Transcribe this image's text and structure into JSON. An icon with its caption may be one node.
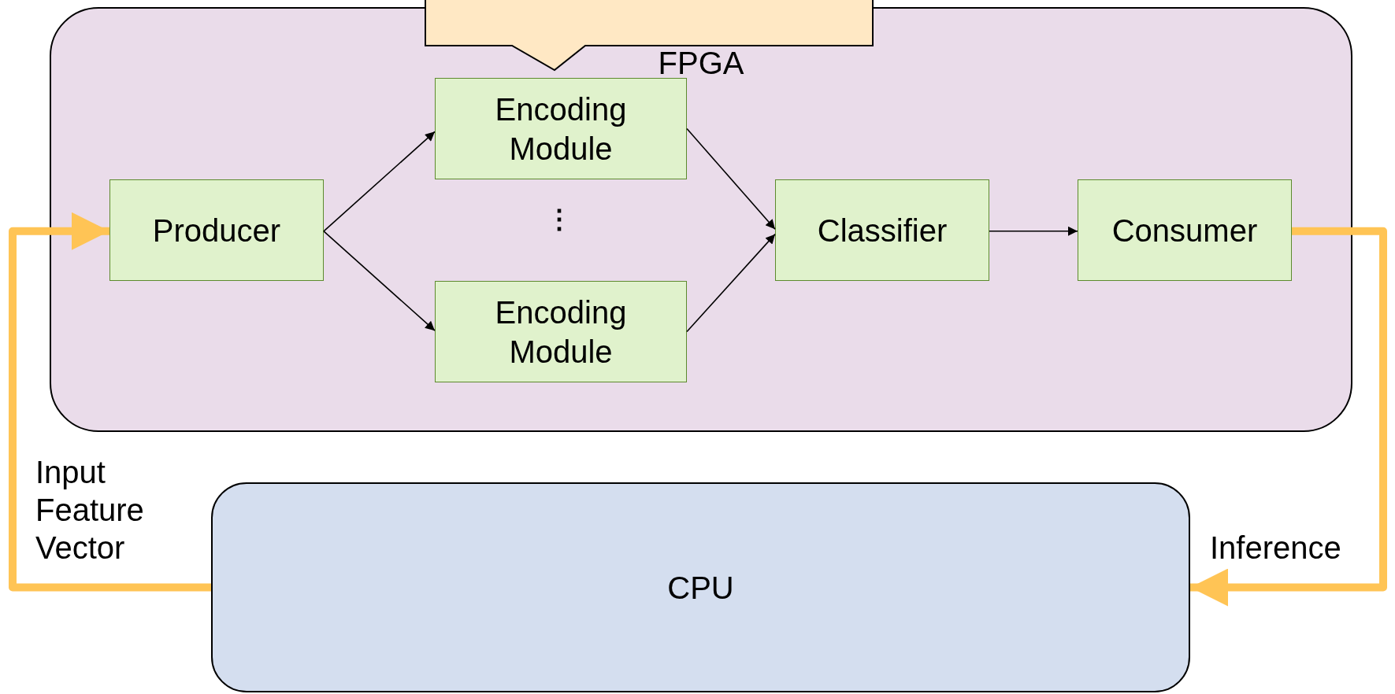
{
  "diagram": {
    "nodes": [
      {
        "text": [],
        "shape": "callout"
      },
      {
        "text": [
          "FPGA"
        ]
      },
      {
        "text": [
          "Producer"
        ],
        "in": 1
      },
      {
        "text": [
          "Encoding Module"
        ],
        "in": 1
      },
      {
        "text": [
          "Encoding Module"
        ],
        "in": 1
      },
      {
        "text": [
          "Classifier"
        ],
        "in": 1
      },
      {
        "text": [
          "Consumer"
        ],
        "in": 1
      },
      {
        "text": [
          "CPU"
        ]
      }
    ],
    "edges": [
      {
        "from": 7,
        "to": 2,
        "arrow": "to",
        "label": "Input Feature Vector",
        "style": "thick",
        "color": "#ffc455"
      },
      {
        "from": 2,
        "to": 3,
        "arrow": "to"
      },
      {
        "from": 2,
        "to": 4,
        "arrow": "to"
      },
      {
        "from": 3,
        "to": 5,
        "arrow": "to"
      },
      {
        "from": 4,
        "to": 5,
        "arrow": "to"
      },
      {
        "from": 5,
        "to": 6,
        "arrow": "to"
      },
      {
        "from": 6,
        "to": 7,
        "arrow": "to",
        "label": "Inference",
        "style": "thick",
        "color": "#ffc455"
      }
    ],
    "labels": [
      "⋮"
    ]
  }
}
